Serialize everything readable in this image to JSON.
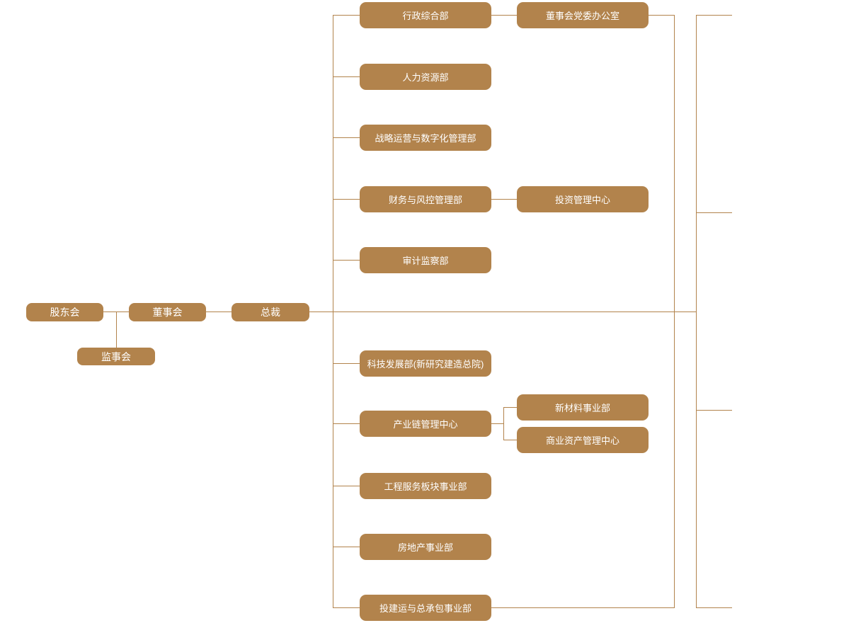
{
  "colors": {
    "background": "#ffffff",
    "box_fill": "#b2834c",
    "box_text": "#ffffff",
    "line": "#b2834c"
  },
  "org_chart": {
    "governance": {
      "shareholders": {
        "label": "股东会"
      },
      "supervisory_board": {
        "label": "监事会"
      },
      "board_of_directors": {
        "label": "董事会"
      },
      "president": {
        "label": "总裁"
      }
    },
    "departments": {
      "admin_general": {
        "label": "行政综合部"
      },
      "board_party_committee_office": {
        "label": "董事会党委办公室"
      },
      "human_resources": {
        "label": "人力资源部"
      },
      "strategy_operations_digital": {
        "label": "战略运营与数字化管理部"
      },
      "finance_risk_control": {
        "label": "财务与风控管理部"
      },
      "investment_management_center": {
        "label": "投资管理中心"
      },
      "audit_supervision": {
        "label": "审计监察部"
      },
      "tech_development": {
        "label": "科技发展部(新研究建造总院)"
      },
      "industry_chain_center": {
        "label": "产业链管理中心"
      },
      "new_materials": {
        "label": "新材料事业部"
      },
      "commercial_asset_center": {
        "label": "商业资产管理中心"
      },
      "engineering_services": {
        "label": "工程服务板块事业部"
      },
      "real_estate": {
        "label": "房地产事业部"
      },
      "invest_build_operate_epc": {
        "label": "投建运与总承包事业部"
      }
    }
  }
}
